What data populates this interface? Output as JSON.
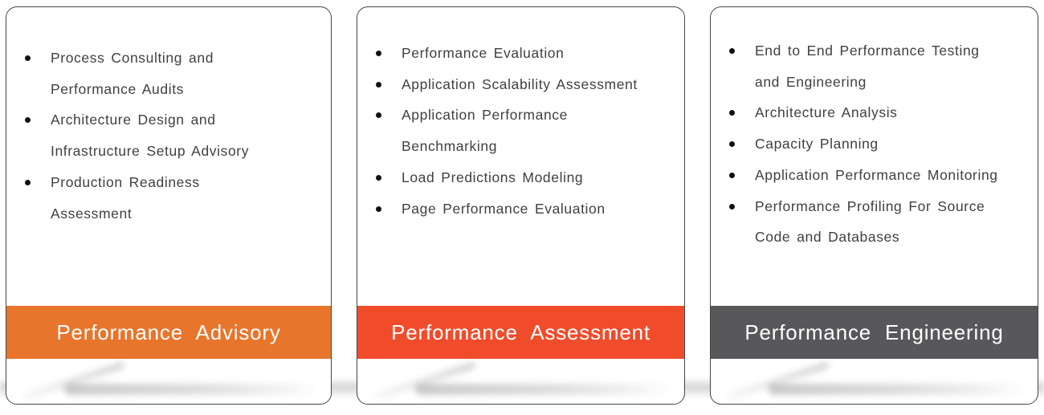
{
  "colors": {
    "page_background": "#FFFFFF",
    "card_border": "#454547",
    "item_text": "#404042",
    "bullet": "#111111",
    "banner_text": "#FFFFFF"
  },
  "cards": [
    {
      "title": "Performance Advisory",
      "banner_color": "#E8752C",
      "items": [
        "Process Consulting and Performance Audits",
        "Architecture Design and Infrastructure Setup Advisory",
        "Production Readiness Assessment"
      ]
    },
    {
      "title": "Performance Assessment",
      "banner_color": "#F04C2B",
      "items": [
        "Performance Evaluation",
        "Application Scalability Assessment",
        "Application Performance Benchmarking",
        "Load Predictions Modeling",
        "Page Performance Evaluation"
      ]
    },
    {
      "title": "Performance Engineering",
      "banner_color": "#58585A",
      "items": [
        "End to End Performance Testing and Engineering",
        "Architecture Analysis",
        "Capacity Planning",
        "Application Performance Monitoring",
        "Performance Profiling For Source Code and Databases"
      ]
    }
  ]
}
